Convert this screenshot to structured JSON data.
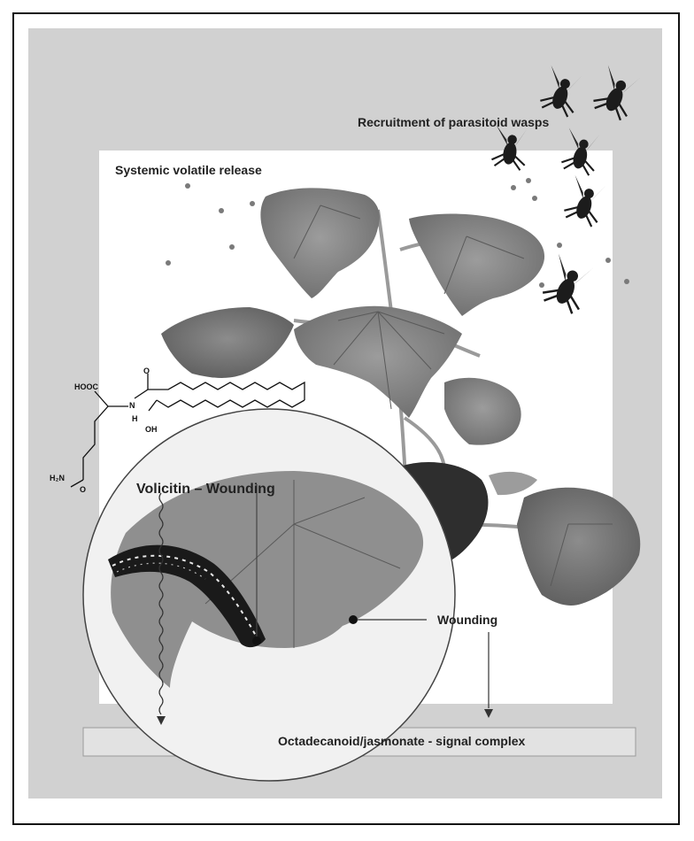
{
  "figure": {
    "labels": {
      "wasps": "Recruitment of parasitoid wasps",
      "volatile": "Systemic volatile release",
      "volicitin": "Volicitin – Wounding",
      "wounding": "Wounding",
      "signal": "Octadecanoid/jasmonate - signal complex"
    },
    "chemistry": {
      "hooc": "HOOC",
      "n": "N",
      "h": "H",
      "o": "O",
      "oh": "OH",
      "h2n": "H₂N",
      "o2": "O"
    },
    "icons": [
      "wasp-icon",
      "caterpillar-icon",
      "cotton-leaf-icon"
    ],
    "colors": {
      "background": "#d1d1d1",
      "leaf": "#8a8a8a",
      "leaf_dark": "#3c3c3c",
      "inset_fill": "#ffffff",
      "box": "#e2e2e2"
    }
  }
}
